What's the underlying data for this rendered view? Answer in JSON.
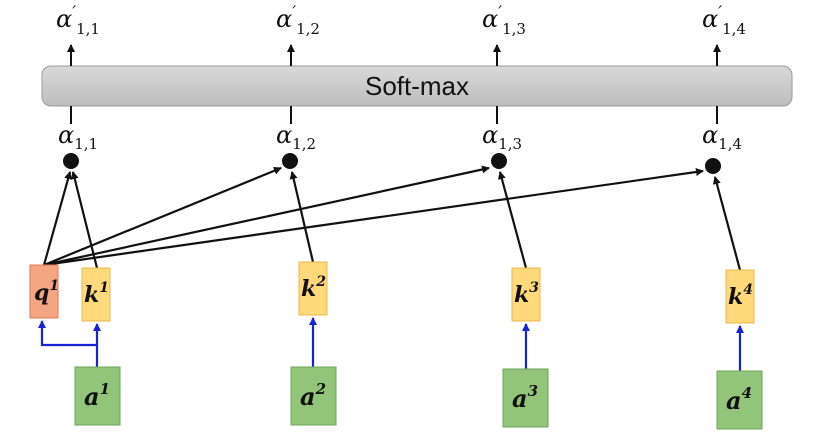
{
  "softmax": {
    "label": "Soft-max"
  },
  "outputs": [
    {
      "base": "α",
      "prime": "′",
      "sub": "1,1"
    },
    {
      "base": "α",
      "prime": "′",
      "sub": "1,2"
    },
    {
      "base": "α",
      "prime": "′",
      "sub": "1,3"
    },
    {
      "base": "α",
      "prime": "′",
      "sub": "1,4"
    }
  ],
  "scores": [
    {
      "base": "α",
      "sub": "1,1"
    },
    {
      "base": "α",
      "sub": "1,2"
    },
    {
      "base": "α",
      "sub": "1,3"
    },
    {
      "base": "α",
      "sub": "1,4"
    }
  ],
  "query": {
    "base": "q",
    "sup": "1"
  },
  "keys": [
    {
      "base": "k",
      "sup": "1"
    },
    {
      "base": "k",
      "sup": "2"
    },
    {
      "base": "k",
      "sup": "3"
    },
    {
      "base": "k",
      "sup": "4"
    }
  ],
  "inputs": [
    {
      "base": "a",
      "sup": "1"
    },
    {
      "base": "a",
      "sup": "2"
    },
    {
      "base": "a",
      "sup": "3"
    },
    {
      "base": "a",
      "sup": "4"
    }
  ],
  "colors": {
    "softmax_fill": "#c8c8c8",
    "softmax_stroke": "#9a9a9a",
    "query_fill": "#f4a582",
    "query_stroke": "#e07b55",
    "key_fill": "#ffd97a",
    "key_stroke": "#e8b84a",
    "input_fill": "#92c47a",
    "input_stroke": "#6fa457",
    "arrow_black": "#111111",
    "arrow_blue": "#1a22d6"
  }
}
